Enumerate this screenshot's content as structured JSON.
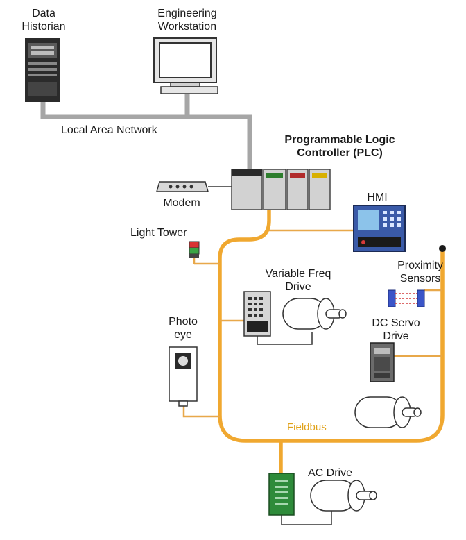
{
  "labels": {
    "data_historian": [
      "Data",
      "Historian"
    ],
    "engineering_workstation": [
      "Engineering",
      "Workstation"
    ],
    "lan": "Local Area Network",
    "plc": [
      "Programmable Logic",
      "Controller (PLC)"
    ],
    "modem": "Modem",
    "hmi": "HMI",
    "light_tower": "Light Tower",
    "vfd": [
      "Variable Freq",
      "Drive"
    ],
    "proximity_sensors": [
      "Proximity",
      "Sensors"
    ],
    "photo_eye": [
      "Photo",
      "eye"
    ],
    "dc_servo_drive": [
      "DC Servo",
      "Drive"
    ],
    "fieldbus": "Fieldbus",
    "ac_drive": "AC Drive"
  },
  "colors": {
    "lan_cable": "#a6a6a6",
    "fieldbus_cable": "#f0a830",
    "fieldbus_label": "#e0a21a",
    "equipment_gray": "#cfcfcf",
    "hmi_blue": "#3a5aa8",
    "ac_drive_green": "#2e8b3a",
    "proximity_blue": "#3b55c8"
  },
  "icons": [
    "server-icon",
    "workstation-icon",
    "modem-icon",
    "plc-icon",
    "hmi-icon",
    "light-tower-icon",
    "vfd-icon",
    "motor-icon",
    "proximity-sensor-icon",
    "photo-eye-icon",
    "servo-drive-icon",
    "ac-drive-icon"
  ]
}
